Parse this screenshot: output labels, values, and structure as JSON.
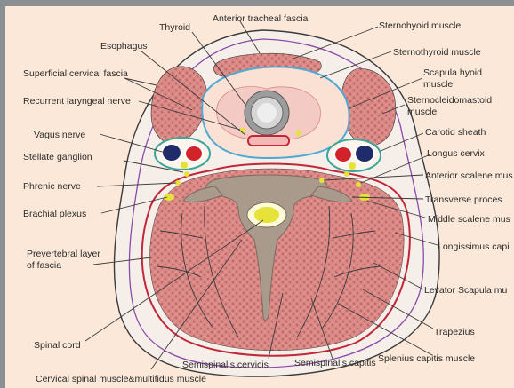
{
  "colors": {
    "background": "#fbe8d8",
    "muscle": "#d98a87",
    "muscle_dark": "#c46764",
    "skin_outline": "#3a3a3a",
    "fascia_red": "#c0283a",
    "fascia_blue": "#4fa9d4",
    "fascia_purple": "#8b4aa8",
    "bone": "#a99a8c",
    "nerve": "#e6e23a",
    "vein": "#1f2b6b",
    "artery": "#d2232a"
  },
  "labels": {
    "thyroid": "Thyroid",
    "anterior_tracheal_fascia": "Anterior tracheal fascia",
    "sternohyoid": "Sternohyoid muscle",
    "esophagus": "Esophagus",
    "sternothyroid": "Sternothyroid muscle",
    "superficial_cervical_fascia": "Superficial cervical fascia",
    "scapula_hyoid_1": "Scapula hyoid",
    "scapula_hyoid_2": "muscle",
    "recurrent_laryngeal": "Recurrent laryngeal nerve",
    "scm_1": "Sternocleidomastoid",
    "scm_2": "muscle",
    "vagus": "Vagus nerve",
    "carotid_sheath": "Carotid sheath",
    "stellate": "Stellate ganglion",
    "longus_cervix": "Longus cervix",
    "phrenic": "Phrenic nerve",
    "anterior_scalene": "Anterior scalene mus",
    "transverse_process": "Transverse proces",
    "brachial_plexus": "Brachial plexus",
    "middle_scalene": "Middle scalene mus",
    "prevertebral_1": "Prevertebral layer",
    "prevertebral_2": "of fascia",
    "longissimus": "Longissimus capi",
    "levator_scapula": "Levator Scapula mu",
    "spinal_cord": "Spinal cord",
    "trapezius": "Trapezius",
    "splenius": "Splenius capitis muscle",
    "semispinalis_cervicis": "Semispinalis cervicis",
    "semispinalis_capitis": "Semispinalis capitis",
    "cervical_spinal_muscle": "Cervical spinal muscle&multifidus muscle"
  }
}
